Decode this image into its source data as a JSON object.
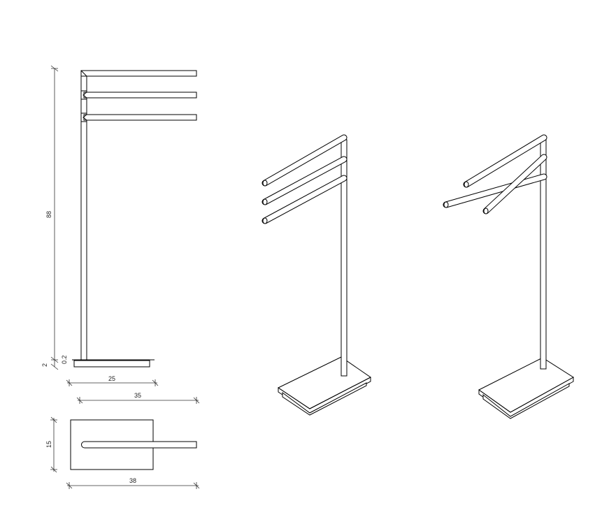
{
  "dimensions": {
    "height_total": "88",
    "base_height": "2",
    "plate_thickness": "0.2",
    "base_length": "25",
    "arm_length": "35",
    "base_width": "15",
    "overall_depth": "38"
  }
}
